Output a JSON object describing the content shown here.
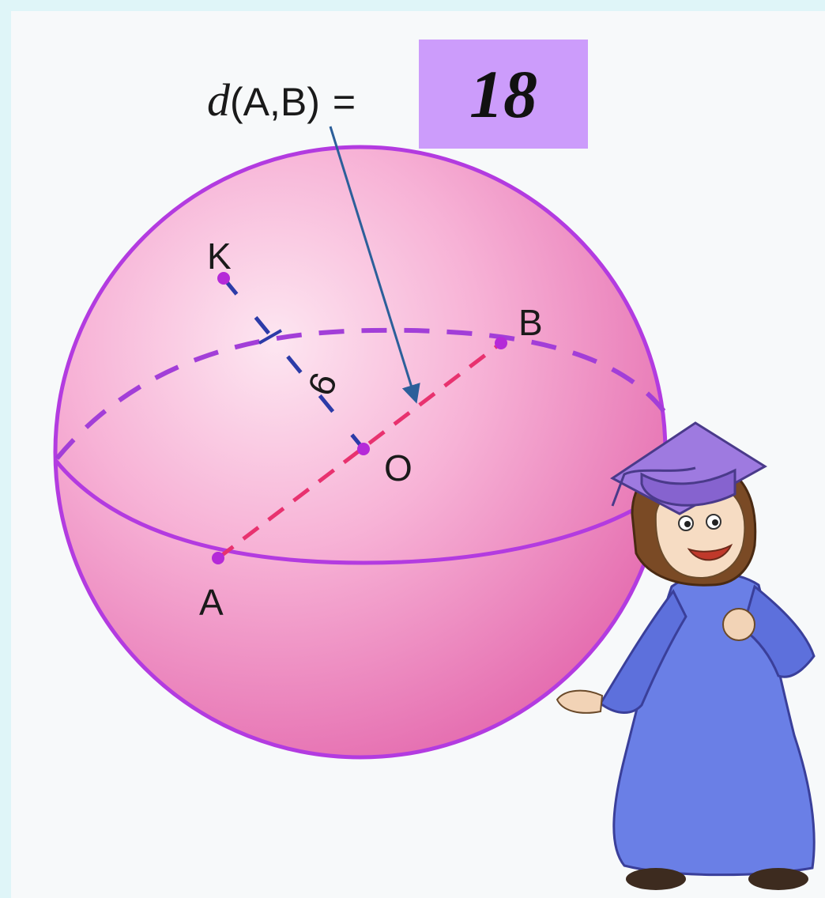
{
  "formula": {
    "d": "d",
    "args": "(A,B)",
    "equals": "="
  },
  "answer": "18",
  "points": {
    "k": "K",
    "b": "B",
    "o": "O",
    "a": "A"
  },
  "radius_label": "9",
  "colors": {
    "background": "#dff5f8",
    "sphere_fill": "#f08cc4",
    "sphere_outline": "#b33be0",
    "dashed_diameter": "#e8326f",
    "arrow": "#2c5f9a",
    "answer_box": "#cc9cfb",
    "robe": "#6a7fe6"
  }
}
